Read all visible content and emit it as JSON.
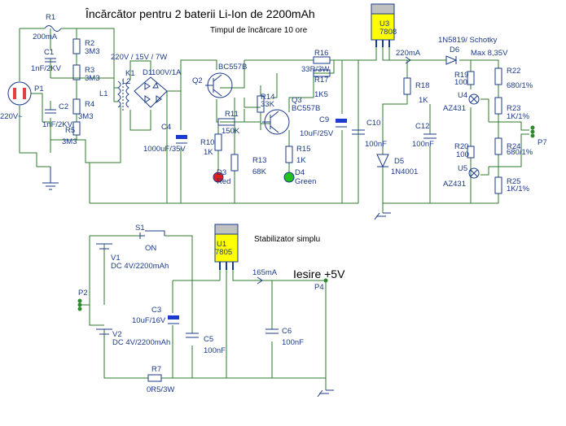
{
  "title": "Încărcător pentru 2 baterii Li-Ion de 2200mAh",
  "subtitle": "Timpul de încărcare 10 ore",
  "stabilizer_title": "Stabilizator simplu",
  "output_label": "Iesire +5V",
  "annotations": {
    "transformer": "220V / 15V / 7W",
    "out_current": "220mA",
    "diode_d6": "1N5819/ Schotky",
    "max_voltage": "Max 8,35V",
    "reg_current": "165mA",
    "mains": "220V~"
  },
  "labels": {
    "r1": "R1",
    "r1v": "200mA",
    "c1": "C1",
    "c1v": "1nF/2KV",
    "r2": "R2",
    "r2v": "3M3",
    "r3": "R3",
    "r3v": "3M3",
    "r4": "R4",
    "r4v": "3M3",
    "c2": "C2",
    "c2v": "1nF/2KV",
    "r5": "R5",
    "r5v": "3M3",
    "p1": "P1",
    "l1": "L1",
    "l2": "L2",
    "k1": "K1",
    "d1": "D1",
    "d1v": "100V/1A",
    "c4": "C4",
    "c4v": "1000uF/35V",
    "q2": "Q2",
    "q2v": "BC557B",
    "r11": "R11",
    "r11v": "150K",
    "r10": "R10",
    "r10v": "1K",
    "d3": "D3",
    "d3v": "Red",
    "r13": "R13",
    "r13v": "68K",
    "r14": "R14",
    "r14v": "33K",
    "q3": "Q3",
    "q3v": "BC557B",
    "r15": "R15",
    "r15v": "1K",
    "d4": "D4",
    "d4v": "Green",
    "r16": "R16",
    "r16v": "33R/3W",
    "r17": "R17",
    "r17v": "1K5",
    "c9": "C9",
    "c9v": "10uF/25V",
    "u3": "U3",
    "u3v": "7808",
    "c10": "C10",
    "c10v": "100nF",
    "r18": "R18",
    "r18v": "1K",
    "d5": "D5",
    "d5v": "1N4001",
    "c12": "C12",
    "c12v": "100nF",
    "d6": "D6",
    "r19": "R19",
    "r19v": "100",
    "u4": "U4",
    "u4v": "AZ431",
    "r22": "R22",
    "r22v": "680/1%",
    "r23": "R23",
    "r23v": "1K/1%",
    "r20": "R20",
    "r20v": "100",
    "u5": "U5",
    "u5v": "AZ431",
    "r24": "R24",
    "r24v": "680/1%",
    "r25": "R25",
    "r25v": "1K/1%",
    "p7": "P7",
    "s1": "S1",
    "s1v": "ON",
    "v1": "V1",
    "v1v": "DC 4V/2200mAh",
    "v2": "V2",
    "v2v": "DC 4V/2200mAh",
    "p2": "P2",
    "c3": "C3",
    "c3v": "10uF/16V",
    "c5": "C5",
    "c5v": "100nF",
    "u1": "U1",
    "u1v": "7805",
    "c6": "C6",
    "c6v": "100nF",
    "r7": "R7",
    "r7v": "0R5/3W",
    "p4": "P4"
  },
  "colors": {
    "wire": "#2d7a2d",
    "component": "#1a3a8a",
    "label": "#1a3a8a",
    "capacitor_polar": "#1a3ad0",
    "led_red": "#e02020",
    "led_green": "#20c020",
    "regulator": "#ffff00",
    "connector": "#2d8a2d",
    "mains_connector": "#e04040"
  }
}
